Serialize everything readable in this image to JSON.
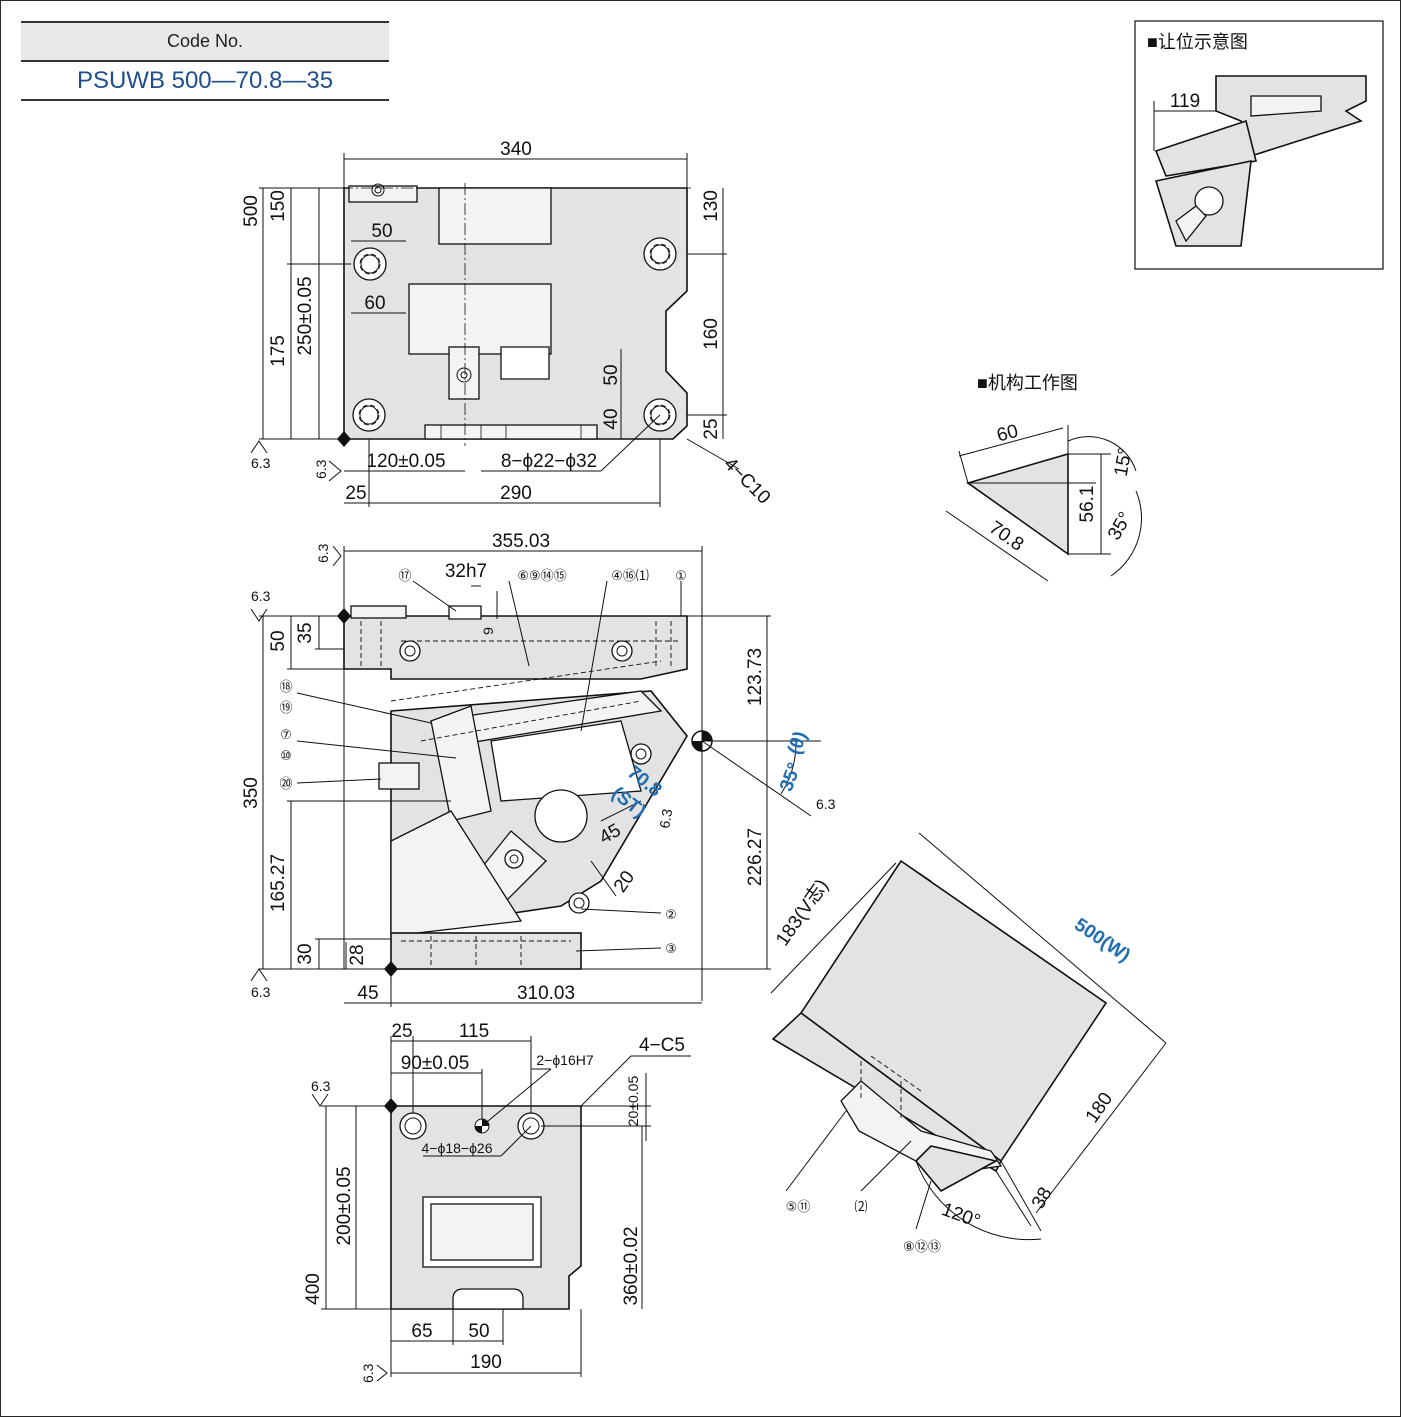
{
  "code": {
    "label": "Code No.",
    "value": "PSUWB 500—70.8—35"
  },
  "top_view": {
    "dims": {
      "width": "340",
      "height": "500",
      "h150": "150",
      "h175": "175",
      "h250": "250±0.05",
      "d50": "50",
      "d60": "60",
      "r130": "130",
      "r160": "160",
      "r50": "50",
      "r40": "40",
      "r25": "25",
      "b120": "120±0.05",
      "holes": "8−ϕ22−ϕ32",
      "chamfer": "4−C10",
      "b25": "25",
      "b290": "290"
    },
    "roughness": [
      "6.3",
      "6.3"
    ]
  },
  "front_view": {
    "dims": {
      "w35503": "355.03",
      "h32h7": "32h7",
      "h9": "9",
      "h50": "50",
      "h35": "35",
      "h350": "350",
      "h12373": "123.73",
      "h16527": "165.27",
      "h30": "30",
      "h28": "28",
      "h22627": "226.27",
      "b45": "45",
      "b31003": "310.03",
      "d45": "45",
      "d20": "20",
      "stroke": "70.8",
      "stroke_label": "(ST)",
      "angle": "35°",
      "angle_label": "(θ)"
    },
    "callouts": [
      "⑰",
      "⑥⑨⑭⑮",
      "④⑯⑴",
      "①",
      "⑱",
      "⑲",
      "⑦",
      "⑩",
      "⑳",
      "②",
      "③"
    ],
    "roughness": [
      "6.3",
      "6.3",
      "6.3",
      "6.3",
      "6.3"
    ]
  },
  "bottom_view": {
    "dims": {
      "d25": "25",
      "d115": "115",
      "d90": "90±0.05",
      "pin": "2−ϕ16H7",
      "chamfer": "4−C5",
      "r20": "20±0.05",
      "holes": "4−ϕ18−ϕ26",
      "h200": "200±0.05",
      "h400": "400",
      "h360": "360±0.02",
      "b65": "65",
      "b50": "50",
      "b190": "190"
    },
    "roughness": [
      "6.3",
      "6.3"
    ]
  },
  "iso_view": {
    "dims": {
      "v183": "183(V志)",
      "w500": "500(W)",
      "d180": "180",
      "d38": "38",
      "a120": "120°"
    },
    "callouts": [
      "⑤⑪",
      "⑵",
      "⑧⑫⑬"
    ]
  },
  "insets": {
    "clearance": {
      "title": "■让位示意图",
      "dim": "119"
    },
    "mechanism": {
      "title": "■机构工作图",
      "d60": "60",
      "d708": "70.8",
      "d561": "56.1",
      "a15": "15°",
      "a35": "35°"
    }
  },
  "colors": {
    "accent": "#1f6db0",
    "code_text": "#1f4f8c",
    "part_fill": "#e3e3e3",
    "header_fill": "#e9e9e9"
  }
}
